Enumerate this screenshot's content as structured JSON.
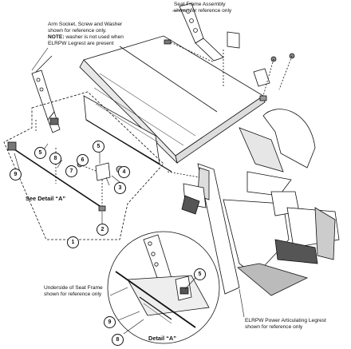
{
  "labels": {
    "seat_frame": [
      "Seat Frame Assembly",
      "shown for reference only"
    ],
    "arm_socket": [
      "Arm Socket, Screw and Washer",
      "shown for reference only."
    ],
    "note_prefix": "NOTE:",
    "note_rest": " washer is not used when",
    "note_last": "ELRPW Legrest are present",
    "see_detail": "See Detail “A”",
    "underside": [
      "Underside of Seat Frame",
      "shown for reference only"
    ],
    "detail_a": "Detail “A”",
    "elrpw": [
      "ELRPW Power Articulating Legrest",
      "shown for reference only"
    ]
  },
  "callouts": {
    "c1": "1",
    "c2": "2",
    "c3": "3",
    "c4": "4",
    "c5": "5",
    "c6": "6",
    "c7": "7",
    "c8": "8",
    "c9": "9",
    "c5b": "5",
    "c8b": "8",
    "c9b": "9",
    "c5c": "5"
  },
  "colors": {
    "line": "#111111",
    "fill": "#ffffff",
    "shade": "#cfcfcf",
    "dark": "#3a3a3a"
  }
}
